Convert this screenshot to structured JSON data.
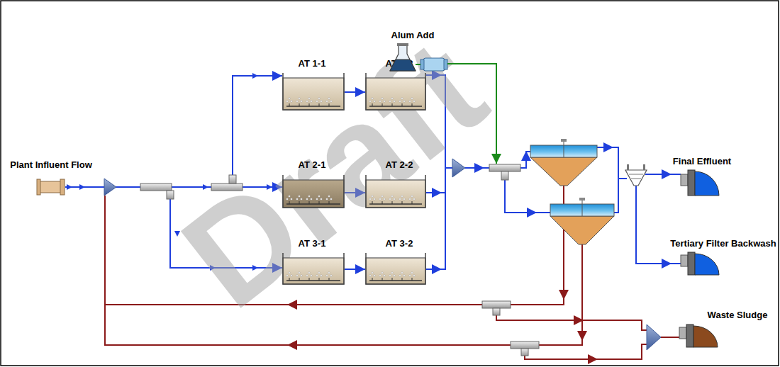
{
  "diagram": {
    "nodes": [
      {
        "text": [
          "Plant Influent Flow"
        ]
      },
      {
        "text": [
          "AT 1-1"
        ]
      },
      {
        "text": [
          "AT 1-2"
        ]
      },
      {
        "text": [
          "AT 2-1"
        ]
      },
      {
        "text": [
          "AT 2-2"
        ]
      },
      {
        "text": [
          "AT 3-1"
        ]
      },
      {
        "text": [
          "AT 3-2"
        ]
      },
      {
        "text": [
          "Alum Add"
        ]
      },
      {
        "text": [
          "Final Effluent"
        ]
      },
      {
        "text": [
          "Tertiary Filter Backwash"
        ]
      },
      {
        "text": [
          "Waste Sludge"
        ]
      }
    ],
    "edges": [
      {
        "from": 0,
        "to": 1,
        "arrow": "to"
      },
      {
        "from": 0,
        "to": 3,
        "arrow": "to"
      },
      {
        "from": 0,
        "to": 5,
        "arrow": "to"
      },
      {
        "from": 1,
        "to": 2,
        "arrow": "to"
      },
      {
        "from": 3,
        "to": 4,
        "arrow": "to"
      },
      {
        "from": 5,
        "to": 6,
        "arrow": "to"
      }
    ],
    "labels": [
      "Draft"
    ]
  }
}
